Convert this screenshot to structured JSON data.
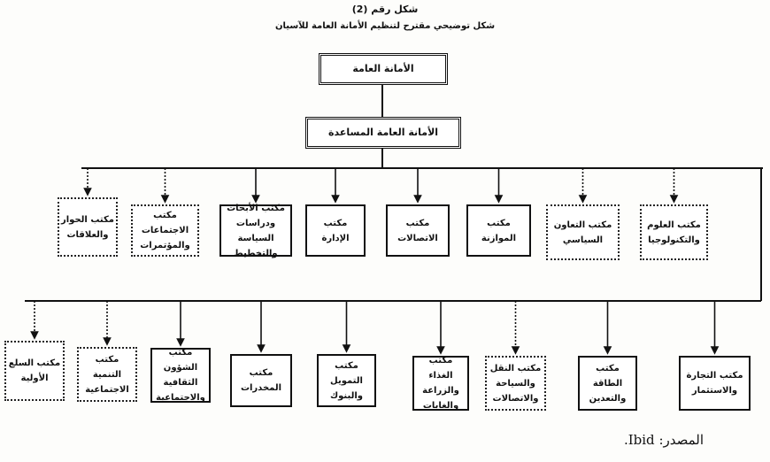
{
  "figure_number": "شكل رقم (2)",
  "caption": "شكل توضيحي مقترح لتنظيم الأمانة العامة للآسيان",
  "top_box": "الأمانة العامة",
  "deputy_box": "الأمانة العامة المساعدة",
  "row1": [
    "مكتب الحوار والعلاقات",
    "مكتب الاجتماعات والمؤتمرات",
    "مكتب الأبحاث ودراسات السياسة والتخطيط",
    "مكتب الإدارة",
    "مكتب الاتصالات",
    "مكتب الموازنة",
    "مكتب التعاون السياسي",
    "مكتب العلوم والتكنولوجيا"
  ],
  "row2": [
    "مكتب السلع الأولية",
    "مكتب التنمية الاجتماعية",
    "مكتب الشؤون الثقافية والاجتماعية",
    "مكتب المخدرات",
    "مكتب التمويل والبنوك",
    "مكتب الغذاء والزراعة والغابات",
    "مكتب النقل والسياحة والاتصالات",
    "مكتب الطاقة والتعدين",
    "مكتب التجارة والاستثمار"
  ],
  "source": "المصدر: Ibid."
}
